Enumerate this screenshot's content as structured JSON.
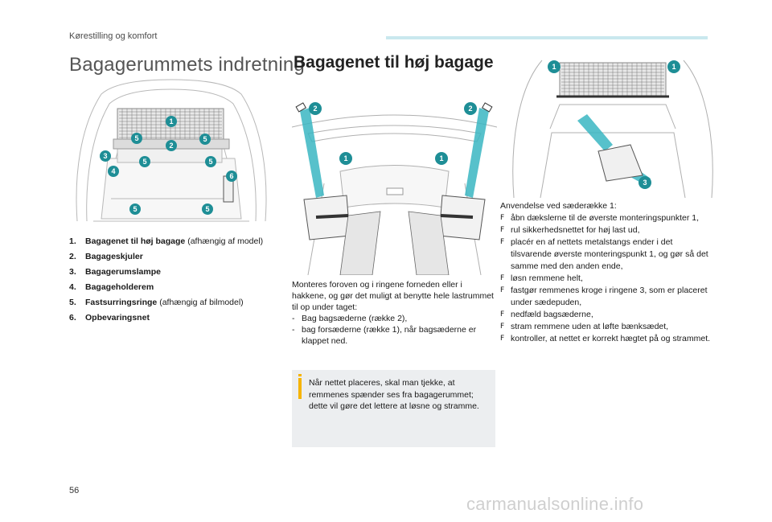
{
  "header": {
    "section": "Kørestilling og komfort",
    "accent_color": "#c9e8ee"
  },
  "title": "Bagagerummets indretning",
  "subtitle": "Bagagenet til høj bagage",
  "legend": [
    {
      "num": "1.",
      "bold": "Bagagenet til høj bagage",
      "rest": " (afhængig af model)"
    },
    {
      "num": "2.",
      "bold": "Bagageskjuler",
      "rest": ""
    },
    {
      "num": "3.",
      "bold": "Bagagerumslampe",
      "rest": ""
    },
    {
      "num": "4.",
      "bold": "Bagageholderem",
      "rest": ""
    },
    {
      "num": "5.",
      "bold": "Fastsurringsringe",
      "rest": " (afhængig af bilmodel)"
    },
    {
      "num": "6.",
      "bold": "Opbevaringsnet",
      "rest": ""
    }
  ],
  "middle": {
    "intro": "Monteres foroven og i ringene forneden eller i hakkene, og gør det muligt at benytte hele lastrummet til op under taget:",
    "bullets": [
      {
        "dash": "-",
        "text": "Bag bagsæderne (række 2),"
      },
      {
        "dash": "-",
        "text": "bag forsæderne (række 1), når bagsæderne er klappet ned."
      }
    ]
  },
  "note": {
    "icon": "info-icon",
    "color": "#f6b400",
    "text": "Når nettet placeres, skal man tjekke, at remmenes spænder ses fra bagagerummet; dette vil gøre det lettere at løsne og stramme."
  },
  "right": {
    "intro": "Anvendelse ved sæderække 1:",
    "marker": "F",
    "steps": [
      "åbn dækslerne til de øverste monteringspunkter 1,",
      "rul sikkerhedsnettet for høj last ud,",
      "placér en af nettets metalstangs ender i det tilsvarende øverste monteringspunkt 1, og gør så det samme med den anden ende,",
      "løsn remmene helt,",
      "fastgør remmenes kroge i ringene 3, som er placeret under sædepuden,",
      "nedfæld bagsæderne,",
      "stram remmene uden at løfte bænksædet,",
      "kontroller, at nettet er korrekt hægtet på og strammet."
    ]
  },
  "callouts": {
    "fig1": [
      "1",
      "2",
      "3",
      "4",
      "5",
      "5",
      "5",
      "5",
      "5",
      "5",
      "6"
    ],
    "fig2": [
      "2",
      "2",
      "1",
      "1"
    ],
    "fig3": [
      "1",
      "1",
      "3"
    ]
  },
  "page_number": "56",
  "watermark": "carmanualsonline.info"
}
